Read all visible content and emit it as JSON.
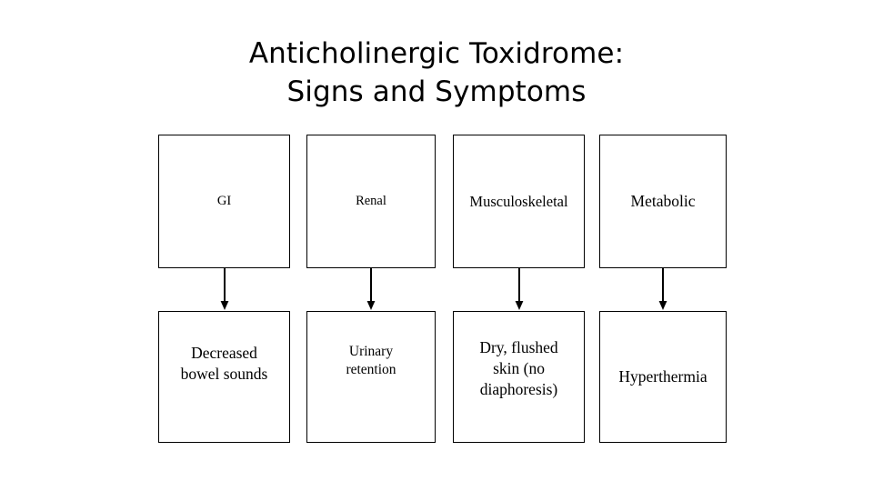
{
  "slide": {
    "title_line_1": "Anticholinergic Toxidrome:",
    "title_line_2": "Signs and Symptoms",
    "background_color": "#ffffff",
    "text_color": "#000000",
    "border_color": "#000000"
  },
  "diagram": {
    "type": "flowchart",
    "orientation": "top-to-bottom",
    "columns": [
      {
        "system": "GI",
        "sign": "Decreased\nbowel sounds",
        "connector": "down-arrow"
      },
      {
        "system": "Renal",
        "sign": "Urinary\nretention",
        "connector": "down-arrow"
      },
      {
        "system": "Musculoskeletal",
        "sign": "Dry, flushed\nskin (no\ndiaphoresis)",
        "connector": "down-arrow"
      },
      {
        "system": "Metabolic",
        "sign": "Hyperthermia",
        "connector": "down-arrow"
      }
    ]
  }
}
